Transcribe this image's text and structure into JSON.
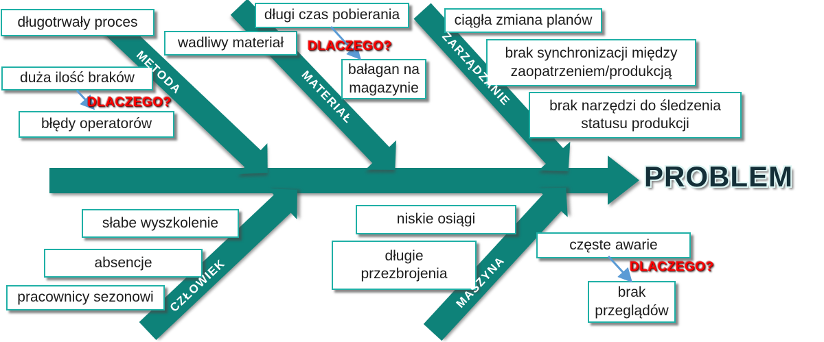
{
  "problem": {
    "label": "PROBLEM"
  },
  "branches": {
    "metoda": {
      "label": "METODA",
      "causes": [
        "długotrwały proces",
        "duża ilość braków",
        "błędy operatorów"
      ]
    },
    "material": {
      "label": "MATERIAŁ",
      "causes": [
        "wadliwy materiał",
        "długi czas pobierania",
        "bałagan na\nmagazynie"
      ]
    },
    "zarzadzanie": {
      "label": "ZARZĄDZANIE",
      "causes": [
        "ciągła zmiana planów",
        "brak synchronizacji między\nzaopatrzeniem/produkcją",
        "brak narzędzi do śledzenia\nstatusu produkcji"
      ]
    },
    "czlowiek": {
      "label": "CZŁOWIEK",
      "causes": [
        "słabe wyszkolenie",
        "absencje",
        "pracownicy sezonowi"
      ]
    },
    "maszyna": {
      "label": "MASZYNA",
      "causes": [
        "niskie osiągi",
        "długie\nprzezbrojenia",
        "częste awarie",
        "brak\nprzeglądów"
      ]
    }
  },
  "annotations": {
    "why_label": "DLACZEGO?"
  },
  "colors": {
    "branch_teal": "#0E8279",
    "box_border_teal": "#1FB0A6",
    "why_red": "#FE0000",
    "arrow_blue": "#5B9BD5"
  }
}
